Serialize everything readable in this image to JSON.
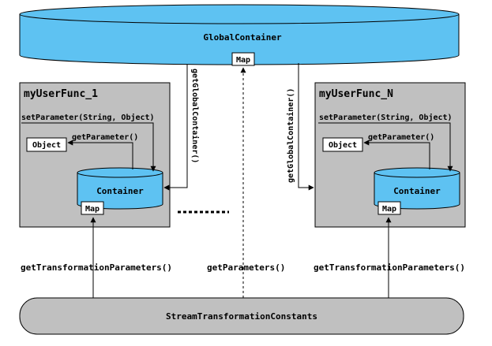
{
  "global_container": {
    "label": "GlobalContainer",
    "map_label": "Map"
  },
  "funcs": [
    {
      "title": "myUserFunc_1",
      "set_param": "setParameter(String, Object)",
      "get_param": "getParameter()",
      "object_label": "Object",
      "container_label": "Container",
      "map_label": "Map"
    },
    {
      "title": "myUserFunc_N",
      "set_param": "setParameter(String, Object)",
      "get_param": "getParameter()",
      "object_label": "Object",
      "container_label": "Container",
      "map_label": "Map"
    }
  ],
  "get_global_label": "getGlobalContainer()",
  "get_transform_label": "getTransformationParameters()",
  "get_parameters_label": "getParameters()",
  "stream_label": "StreamTransformationConstants",
  "colors": {
    "cylinder_fill": "#5ec2f2",
    "box_fill": "#c0c0c0",
    "stroke": "#000000",
    "white": "#ffffff"
  }
}
